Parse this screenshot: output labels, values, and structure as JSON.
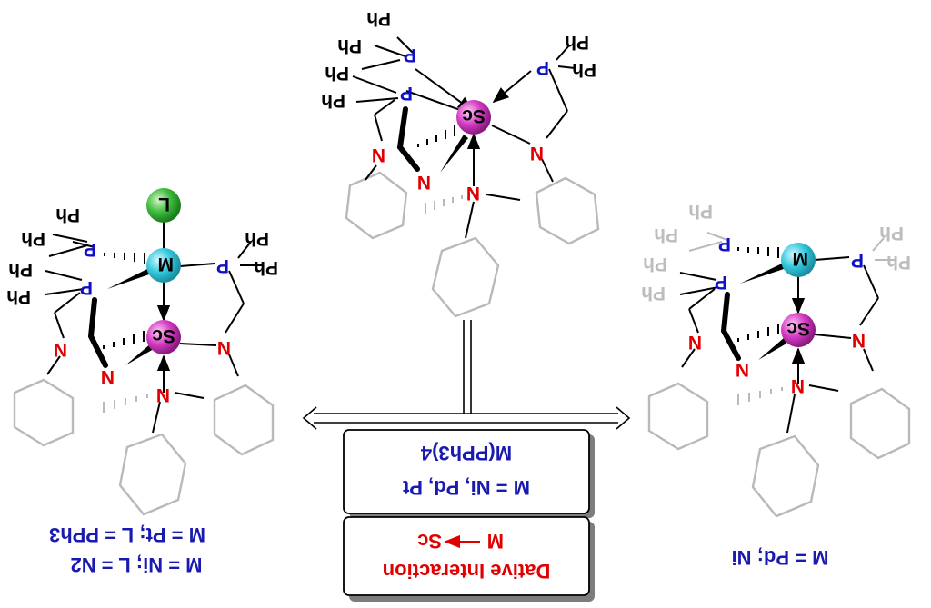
{
  "atoms": {
    "ph": "Ph",
    "p": "P",
    "n": "N",
    "sc": "Sc",
    "m": "M",
    "l": "L"
  },
  "reagent_box": {
    "line1": "M(PPh3)4",
    "line2": "M = Ni, Pd, Pt"
  },
  "dative_box": {
    "line1_m": "M",
    "line1_sc": "Sc",
    "line2": "Dative Interaction"
  },
  "left_caption": {
    "line1": "M = Pt; L = PPh3",
    "line2": "M = Ni; L = N2"
  },
  "right_caption": "M = Pd; Ni",
  "colors": {
    "phosphorus": "#1010c8",
    "nitrogen": "#e00000",
    "sc_sphere": "#d63cc4",
    "m_sphere": "#34c8dc",
    "l_sphere": "#3dbb3d"
  }
}
